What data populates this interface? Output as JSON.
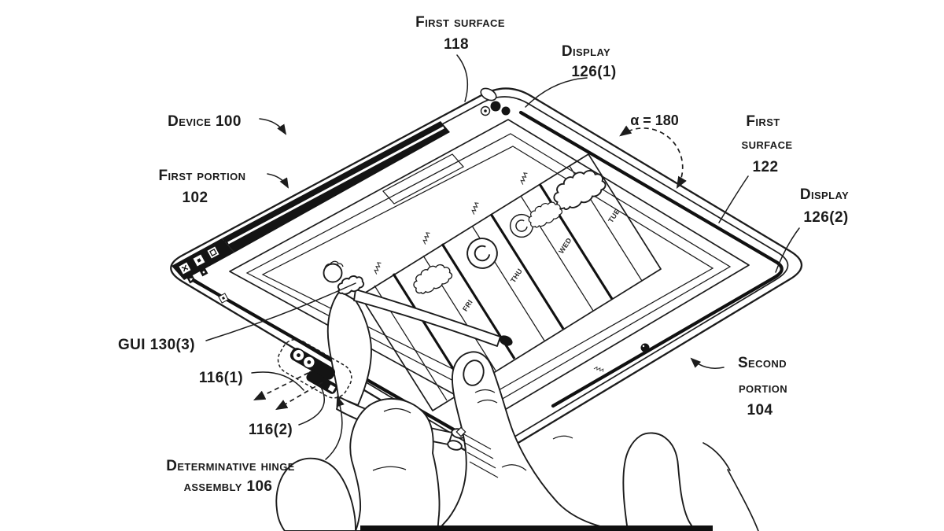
{
  "figure": {
    "description": "Patent drawing of foldable device held flat",
    "colors": {
      "ink": "#1c1c1c",
      "background": "#ffffff",
      "fill_dark": "#141414"
    },
    "labels": {
      "first_surface_118": {
        "line1": "First surface",
        "ref": "118"
      },
      "display_126_1": {
        "line1": "Display",
        "ref": "126(1)"
      },
      "device_100": {
        "text": "Device 100"
      },
      "first_portion_102": {
        "line1": "First portion",
        "ref": "102"
      },
      "angle": {
        "text": "α = 180"
      },
      "first_surface_122": {
        "line1": "First",
        "line2": "surface",
        "ref": "122"
      },
      "display_126_2": {
        "line1": "Display",
        "ref": "126(2)"
      },
      "second_portion_104": {
        "line1": "Second",
        "line2": "portion",
        "ref": "104"
      },
      "gui_130_3": {
        "text": "GUI 130(3)"
      },
      "ref_116_1": {
        "text": "116(1)"
      },
      "ref_116_2": {
        "text": "116(2)"
      },
      "hinge_assembly_106": {
        "line1": "Determinative hinge",
        "line2": "assembly 106"
      }
    },
    "gui": {
      "days": [
        "TUE",
        "WED",
        "THU",
        "FRI"
      ],
      "weather_icons": [
        "cloud",
        "sun-cloud",
        "sun",
        "cloud"
      ]
    }
  }
}
